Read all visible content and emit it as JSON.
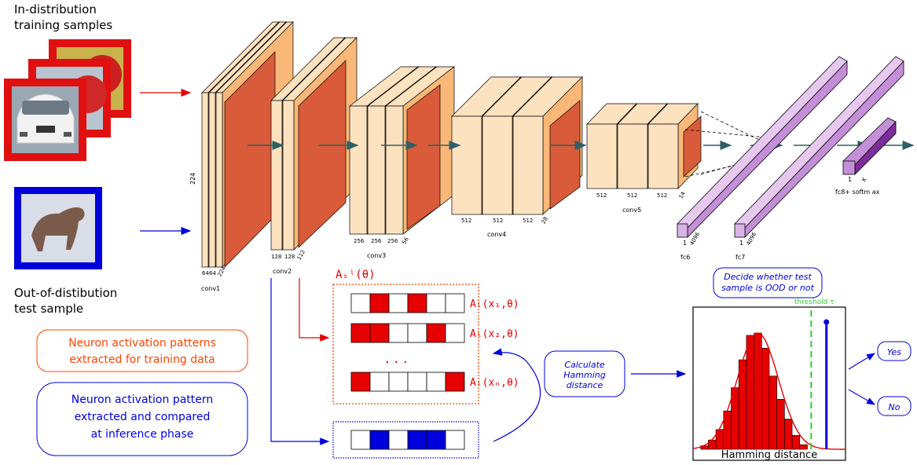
{
  "inputs": {
    "train_title_line1": "In-distribution",
    "train_title_line2": "training samples",
    "test_title_line1": "Out-of-distibution",
    "test_title_line2": "test sample"
  },
  "network": {
    "conv1": {
      "name": "conv1",
      "size": "224",
      "channels": "64",
      "channels2": "64",
      "dim": "224"
    },
    "conv2": {
      "name": "conv2",
      "channels": "128",
      "channels2": "128",
      "dim": "112"
    },
    "conv3": {
      "name": "conv3",
      "channels": "256",
      "channels2": "256",
      "channels3": "256",
      "dim": "56"
    },
    "conv4": {
      "name": "conv4",
      "channels": "512",
      "channels2": "512",
      "channels3": "512",
      "dim": "28"
    },
    "conv5": {
      "name": "conv5",
      "channels": "512",
      "channels2": "512",
      "channels3": "512",
      "dim": "14"
    },
    "fc6": {
      "name": "fc6",
      "one": "1",
      "units": "4096"
    },
    "fc7": {
      "name": "fc7",
      "one": "1",
      "units": "4096"
    },
    "fc8": {
      "name": "fc8+ softm ax",
      "one": "1",
      "units": "K"
    }
  },
  "patterns": {
    "set_label": "Aₛˡ(θ)",
    "rows": [
      {
        "label": "Aₗ(x₁,θ)",
        "cells": [
          0,
          1,
          0,
          1,
          0,
          0
        ]
      },
      {
        "label": "Aₗ(x₂,θ)",
        "cells": [
          1,
          1,
          0,
          0,
          1,
          0
        ]
      },
      {
        "label": "Aₗ(xₙ,θ)",
        "cells": [
          1,
          0,
          0,
          0,
          0,
          1
        ]
      }
    ],
    "dots": ". . .",
    "test_row": {
      "cells": [
        0,
        1,
        0,
        1,
        1,
        0
      ]
    }
  },
  "legend": {
    "train_line1": "Neuron activation patterns",
    "train_line2": "extracted for training data",
    "test_line1": "Neuron activation pattern",
    "test_line2": "extracted and compared",
    "test_line3": "at inference phase"
  },
  "hamming": {
    "calc_line1": "Calculate",
    "calc_line2": "Hamming",
    "calc_line3": "distance",
    "decide_line1": "Decide whether test",
    "decide_line2": "sample is OOD or not",
    "threshold_label": "threshold τ",
    "xlabel": "Hamming distance",
    "yes": "Yes",
    "no": "No"
  },
  "chart_data": {
    "type": "bar",
    "xlabel": "Hamming distance",
    "values": [
      0.3,
      0.8,
      1.7,
      3.3,
      5.3,
      7.7,
      9.8,
      10.0,
      8.7,
      6.3,
      4.3,
      2.6,
      1.2,
      0.4
    ],
    "threshold": 15.5,
    "test_value": 17.5
  },
  "colors": {
    "red": "#e60000",
    "blue": "#0000dd",
    "orange_text": "#ff4400",
    "green": "#33cc33",
    "conv_light": "#fde2c0",
    "conv_mid": "#f9b878",
    "conv_dark": "#d95b3a",
    "fc_light": "#d9b3e6",
    "fc_dark": "#9b4fb5",
    "arrow_teal": "#2f5f66"
  }
}
